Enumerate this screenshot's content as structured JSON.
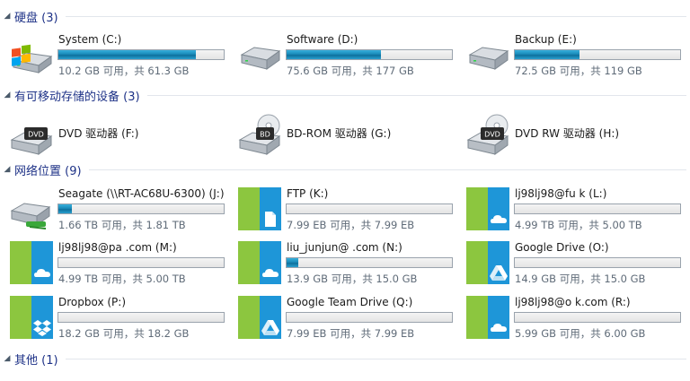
{
  "groups": {
    "hdd": {
      "title": "硬盘 (3)"
    },
    "removable": {
      "title": "有可移动存储的设备 (3)"
    },
    "network": {
      "title": "网络位置 (9)"
    },
    "other": {
      "title": "其他 (1)"
    }
  },
  "hdd_drives": [
    {
      "name": "System (C:)",
      "info": "10.2 GB 可用，共 61.3 GB",
      "used_fraction": 0.83
    },
    {
      "name": "Software (D:)",
      "info": "75.6 GB 可用，共 177 GB",
      "used_fraction": 0.57
    },
    {
      "name": "Backup (E:)",
      "info": "72.5 GB 可用，共 119 GB",
      "used_fraction": 0.39
    }
  ],
  "removable_drives": [
    {
      "name": "DVD 驱动器 (F:)",
      "icon": "dvd-icon",
      "badge": "DVD"
    },
    {
      "name": "BD-ROM 驱动器 (G:)",
      "icon": "bd-rom-icon",
      "badge": "BD"
    },
    {
      "name": "DVD RW 驱动器 (H:)",
      "icon": "dvd-rw-icon",
      "badge": "DVD"
    }
  ],
  "network_drives": [
    {
      "name": "Seagate (\\\\RT-AC68U-6300) (J:)",
      "info": "1.66 TB 可用，共 1.81 TB",
      "used_fraction": 0.08,
      "icon": "network-drive-icon"
    },
    {
      "name": "FTP (K:)",
      "info": "7.99 EB 可用，共 7.99 EB",
      "used_fraction": 0.0,
      "icon": "document-icon"
    },
    {
      "name": "lj98lj98@fu      k (L:)",
      "info": "4.99 TB 可用，共 5.00 TB",
      "used_fraction": 0.0,
      "icon": "cloud-icon"
    },
    {
      "name": "lj98lj98@pa             .com (M:)",
      "info": "4.99 TB 可用，共 5.00 TB",
      "used_fraction": 0.0,
      "icon": "cloud-icon"
    },
    {
      "name": "liu_junjun@            .com (N:)",
      "info": "13.9 GB 可用，共 15.0 GB",
      "used_fraction": 0.07,
      "icon": "cloud-icon"
    },
    {
      "name": "Google Drive (O:)",
      "info": "14.9 GB 可用，共 15.0 GB",
      "used_fraction": 0.0,
      "icon": "google-drive-icon"
    },
    {
      "name": "Dropbox (P:)",
      "info": "18.2 GB 可用，共 18.2 GB",
      "used_fraction": 0.0,
      "icon": "dropbox-icon"
    },
    {
      "name": "Google Team Drive (Q:)",
      "info": "7.99 EB 可用，共 7.99 EB",
      "used_fraction": 0.0,
      "icon": "google-drive-icon"
    },
    {
      "name": "lj98lj98@o        k.com (R:)",
      "info": "5.99 GB 可用，共 6.00 GB",
      "used_fraction": 0.0,
      "icon": "cloud-icon"
    }
  ],
  "colors": {
    "header_text": "#1e3287",
    "tile_green": "#8cc63f",
    "tile_blue": "#1e96d8",
    "bar_fill": "#1a8ab8"
  }
}
